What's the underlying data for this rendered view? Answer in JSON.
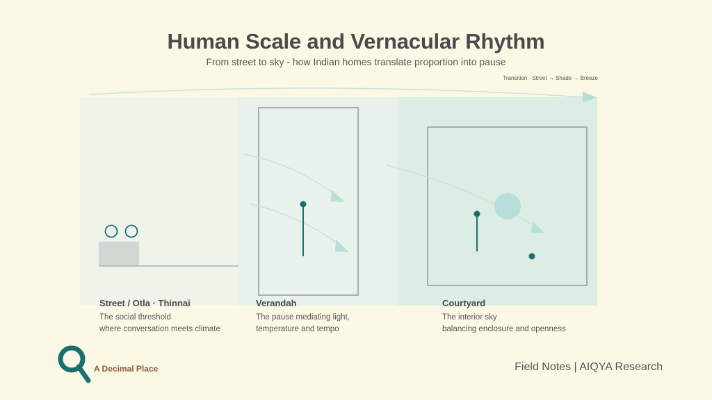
{
  "header": {
    "title": "Human Scale and Vernacular Rhythm",
    "subtitle": "From street to sky - how Indian homes translate proportion into pause",
    "transition_note": "Transition · Street → Shade → Breeze"
  },
  "zones": [
    {
      "title": "Street / Otla · Thinnai",
      "desc_line1": "The social threshold",
      "desc_line2": "where conversation meets climate"
    },
    {
      "title": "Verandah",
      "desc_line1": "The pause mediating light,",
      "desc_line2": "temperature and tempo"
    },
    {
      "title": "Courtyard",
      "desc_line1": "The interior sky",
      "desc_line2": "balancing enclosure and openness"
    }
  ],
  "branding": {
    "logo_icon": "q-leaf-logo-icon",
    "name": "A Decimal Place",
    "footer": "Field Notes | AIQYA Research"
  },
  "colors": {
    "background": "#fcf8e6",
    "zone_street": "#eff4ea",
    "zone_verandah": "#e9f2ea",
    "zone_courtyard": "#dcede4",
    "accent_teal": "#1a7070",
    "arrow_light": "#b7dedb",
    "frame_grey": "#a3b1ad"
  }
}
